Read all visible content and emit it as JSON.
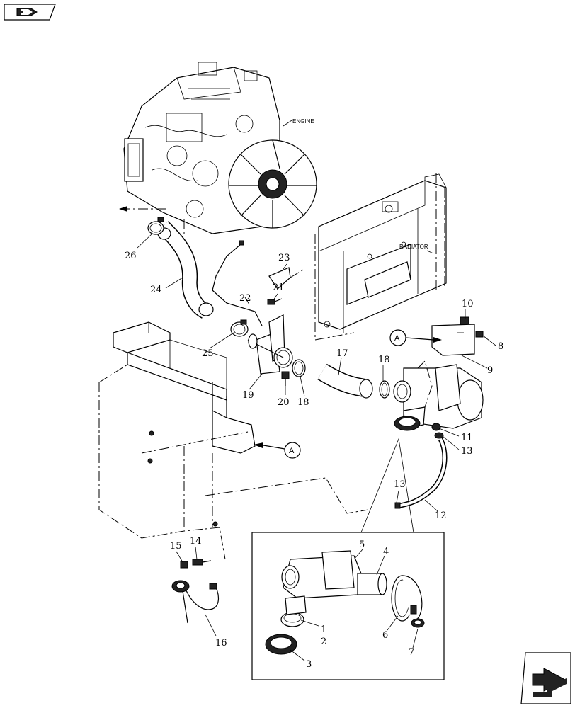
{
  "labels": {
    "engine": "ENGINE",
    "radiator": "RADIATOR",
    "ref_a_top": "A",
    "ref_a_left": "A"
  },
  "callouts": {
    "c1": "1",
    "c2": "2",
    "c3": "3",
    "c4": "4",
    "c5": "5",
    "c6": "6",
    "c7": "7",
    "c8": "8",
    "c9": "9",
    "c10": "10",
    "c11": "11",
    "c12": "12",
    "c13a": "13",
    "c13b": "13",
    "c14": "14",
    "c15": "15",
    "c16": "16",
    "c17": "17",
    "c18a": "18",
    "c18b": "18",
    "c19": "19",
    "c20": "20",
    "c21": "21",
    "c22": "22",
    "c23": "23",
    "c24": "24",
    "c25": "25",
    "c26": "26"
  },
  "icons": {
    "top_left": "book-icon",
    "bottom_right": "next-page-arrow-icon"
  }
}
